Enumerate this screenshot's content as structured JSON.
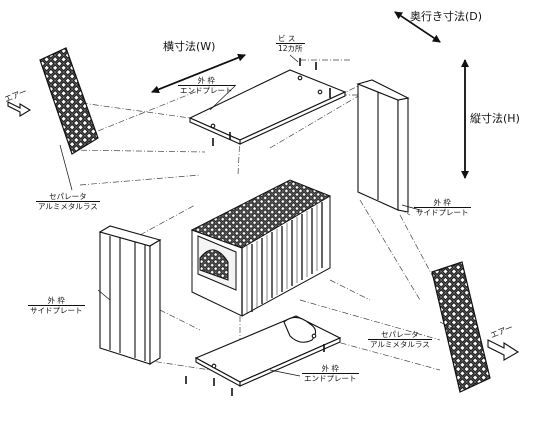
{
  "dimensions": {
    "width": "横寸法(W)",
    "depth": "奥行き寸法(D)",
    "height": "縦寸法(H)"
  },
  "airflow": {
    "left": "エアー",
    "right": "エアー"
  },
  "labels": {
    "screw": {
      "line1": "ビ ス",
      "line2": "12カ所"
    },
    "end_plate_top": {
      "line1": "外 枠",
      "line2": "エンドプレート"
    },
    "side_plate_right": {
      "line1": "外 枠",
      "line2": "サイドプレート"
    },
    "separator_left": {
      "line1": "セパレータ",
      "line2": "アルミメタルラス"
    },
    "side_plate_left": {
      "line1": "外 枠",
      "line2": "サイドプレート"
    },
    "separator_right": {
      "line1": "セパレータ",
      "line2": "アルミメタルラス"
    },
    "end_plate_bottom": {
      "line1": "外 枠",
      "line2": "エンドプレート"
    }
  }
}
